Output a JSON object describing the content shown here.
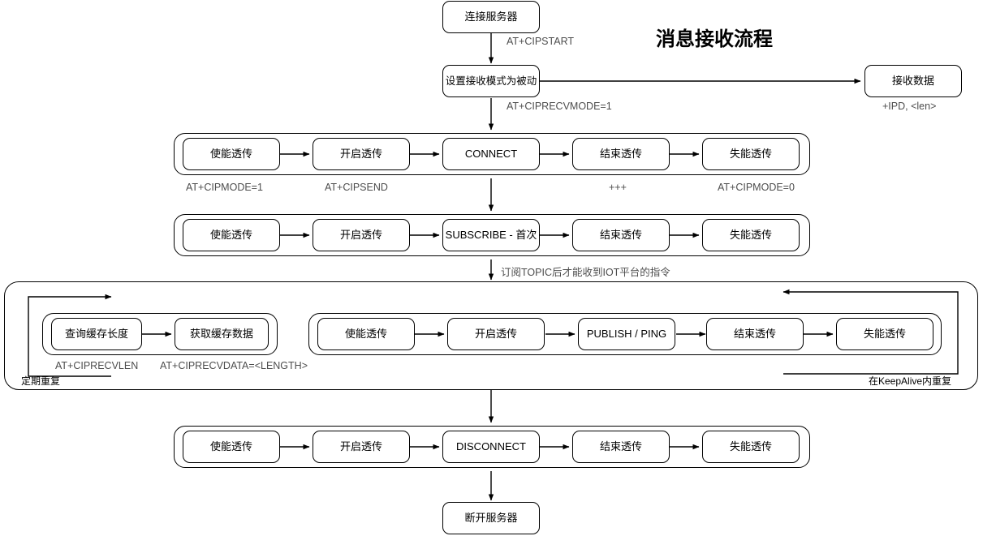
{
  "diagram": {
    "title": "消息接收流程",
    "nodes": {
      "connect_server": "连接服务器",
      "set_passive_mode": "设置接收模式为被动",
      "recv_data": "接收数据",
      "r1_enable": "使能透传",
      "r1_start": "开启透传",
      "r1_action": "CONNECT",
      "r1_end": "结束透传",
      "r1_disable": "失能透传",
      "r2_enable": "使能透传",
      "r2_start": "开启透传",
      "r2_action": "SUBSCRIBE - 首次",
      "r2_end": "结束透传",
      "r2_disable": "失能透传",
      "q_len": "查询缓存长度",
      "q_data": "获取缓存数据",
      "r3_enable": "使能透传",
      "r3_start": "开启透传",
      "r3_action": "PUBLISH / PING",
      "r3_end": "结束透传",
      "r3_disable": "失能透传",
      "r4_enable": "使能透传",
      "r4_start": "开启透传",
      "r4_action": "DISCONNECT",
      "r4_end": "结束透传",
      "r4_disable": "失能透传",
      "disconnect_server": "断开服务器"
    },
    "edge_labels": {
      "cipstart": "AT+CIPSTART",
      "ciprecvmode": "AT+CIPRECVMODE=1",
      "ipd": "+IPD, <len>",
      "cipmode_on_1": "AT+CIPMODE=1",
      "cipsend_1": "AT+CIPSEND",
      "plus_plus_plus_1": "+++",
      "cipmode_off_1": "AT+CIPMODE=0",
      "subscribe_note": "订阅TOPIC后才能收到IOT平台的指令",
      "ciprecvlen": "AT+CIPRECVLEN",
      "ciprecvdata": "AT+CIPRECVDATA=<LENGTH>"
    },
    "group_labels": {
      "periodic_repeat": "定期重复",
      "keepalive_repeat": "在KeepAlive内重复"
    },
    "colors": {
      "stroke": "#000000",
      "node_fill": "#ffffff",
      "edge_label_text": "#4d4d4d",
      "title_text": "#000000"
    }
  }
}
